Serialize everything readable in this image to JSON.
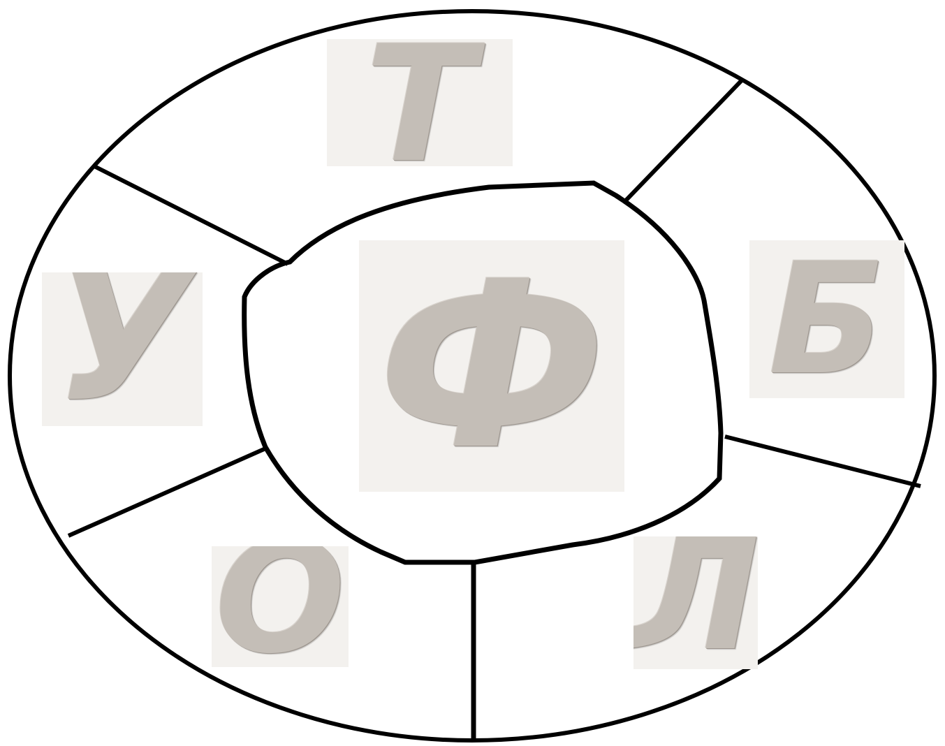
{
  "wheel": {
    "center_letter": "Ф",
    "outer_letters": {
      "top": "Т",
      "right": "Б",
      "bottom_right": "Л",
      "bottom_left": "О",
      "left": "У"
    }
  },
  "colors": {
    "background": "#ffffff",
    "outline": "#000000",
    "card": "#f3f1ee",
    "letter": "#c4beb7"
  }
}
